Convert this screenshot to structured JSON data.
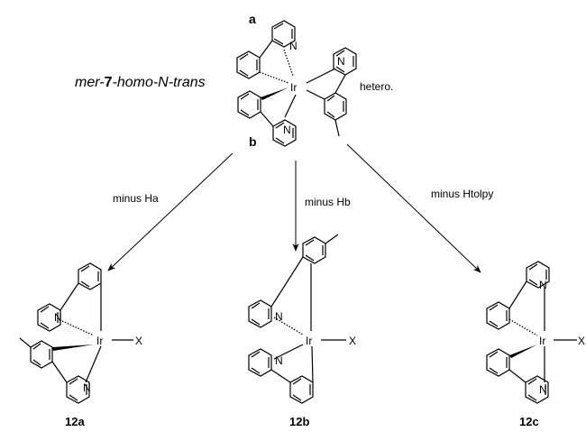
{
  "starting_complex": {
    "title_prefix": "mer-",
    "title_number": "7",
    "title_suffix": "-homo-N-trans",
    "metal": "Ir",
    "ligand_label_a": "a",
    "ligand_label_b": "b",
    "hetero_label": "hetero.",
    "atom_n": "N"
  },
  "arrows": [
    {
      "label": "minus Ha"
    },
    {
      "label": "minus Hb"
    },
    {
      "label": "minus Htolpy"
    }
  ],
  "products": [
    {
      "id": "12a",
      "metal": "Ir",
      "ligand_x": "X",
      "atom_n": "N"
    },
    {
      "id": "12b",
      "metal": "Ir",
      "ligand_x": "X",
      "atom_n": "N"
    },
    {
      "id": "12c",
      "metal": "Ir",
      "ligand_x": "X",
      "atom_n": "N"
    }
  ]
}
